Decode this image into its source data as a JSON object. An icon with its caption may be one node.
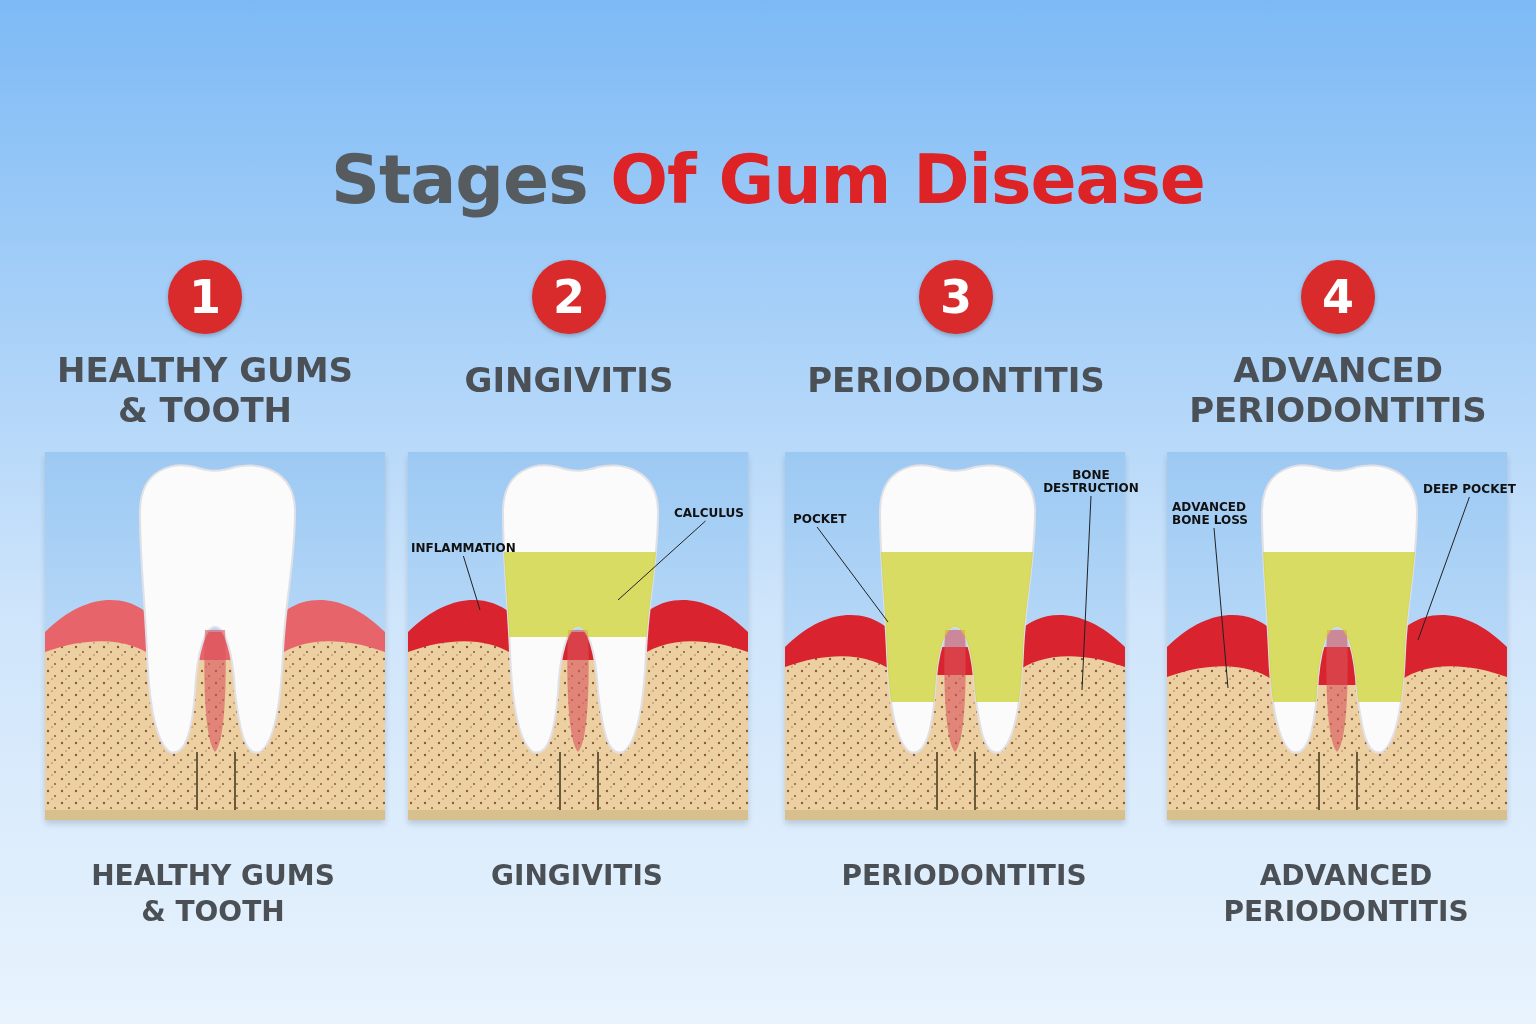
{
  "diagram": {
    "title": "Stages Of Gum Disease",
    "nodes": [
      {
        "text": [
          "1"
        ],
        "beside": [
          "HEALTHY GUMS & TOOTH"
        ]
      },
      {
        "text": [
          "2"
        ],
        "beside": [
          "GINGIVITIS"
        ]
      },
      {
        "text": [
          "3"
        ],
        "beside": [
          "PERIODONTITIS"
        ]
      },
      {
        "text": [
          "4"
        ],
        "beside": [
          "ADVANCED PERIODONTITIS"
        ]
      },
      {
        "text": [],
        "shape": "picture",
        "beside": [
          "HEALTHY GUMS & TOOTH"
        ]
      },
      {
        "text": [],
        "shape": "picture",
        "beside": [
          "GINGIVITIS"
        ]
      },
      {
        "text": [
          "INFLAMMATION"
        ],
        "in": 5
      },
      {
        "text": [
          "CALCULUS"
        ],
        "in": 5
      },
      {
        "text": [],
        "shape": "picture",
        "beside": [
          "PERIODONTITIS"
        ]
      },
      {
        "text": [
          "POCKET"
        ],
        "in": 8
      },
      {
        "text": [
          "BONE DESTRUCTION"
        ],
        "in": 8
      },
      {
        "text": [],
        "shape": "picture",
        "beside": [
          "ADVANCED PERIODONTITIS"
        ]
      },
      {
        "text": [
          "ADVANCED BONE LOSS"
        ],
        "in": 11
      },
      {
        "text": [
          "DEEP POCKET"
        ],
        "in": 11
      }
    ],
    "edges": [
      {
        "from": 6,
        "to": null,
        "arrow": "none"
      },
      {
        "from": 7,
        "to": null,
        "arrow": "none"
      },
      {
        "from": 9,
        "to": null,
        "arrow": "none"
      },
      {
        "from": 10,
        "to": null,
        "arrow": "none"
      },
      {
        "from": 12,
        "to": null,
        "arrow": "none"
      },
      {
        "from": 13,
        "to": null,
        "arrow": "none"
      }
    ]
  }
}
